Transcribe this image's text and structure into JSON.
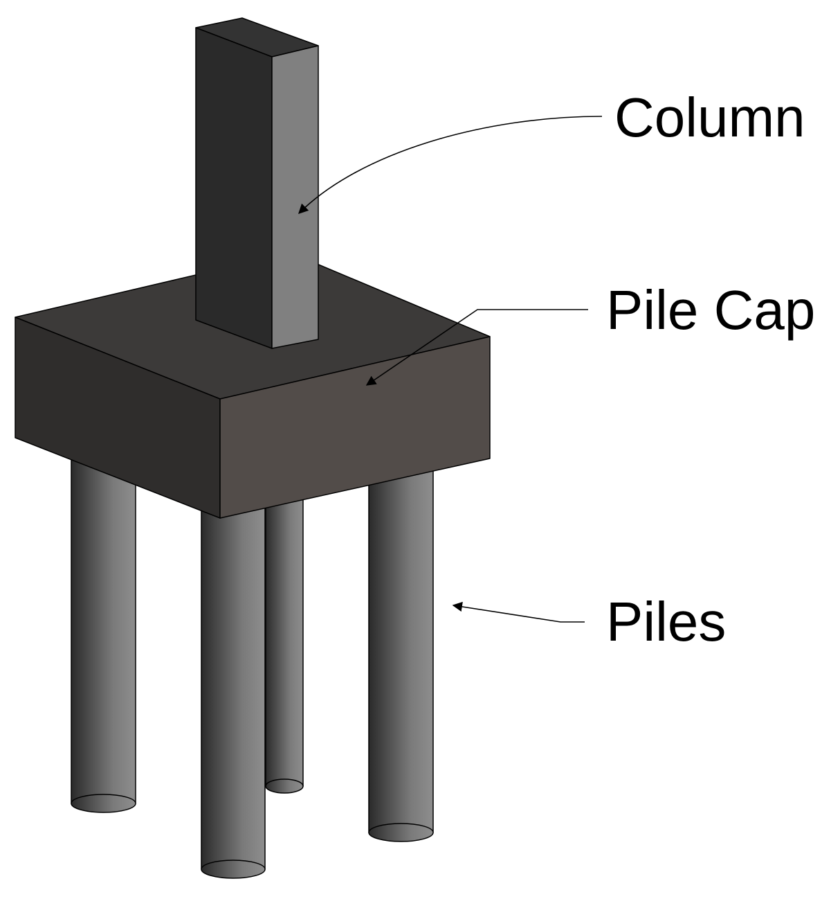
{
  "diagram": {
    "labels": {
      "column": "Column",
      "pile_cap": "Pile Cap",
      "piles": "Piles"
    },
    "colors": {
      "background": "#ffffff",
      "column_front": "#2a2a2a",
      "column_side": "#808080",
      "column_top": "#333333",
      "cap_top": "#3c3a39",
      "cap_left": "#2f2d2c",
      "cap_right": "#524c49",
      "pile_dark": "#2c2c2c",
      "pile_light": "#8a8a8a",
      "leader_line": "#000000"
    }
  }
}
